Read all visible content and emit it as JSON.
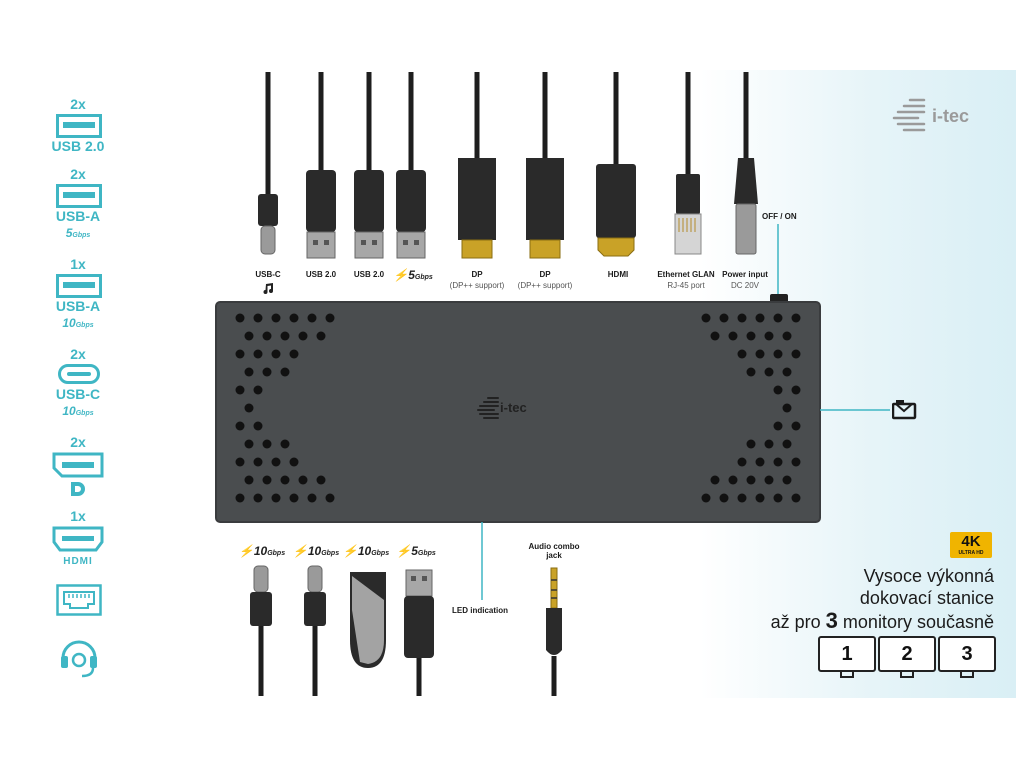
{
  "brand": "i-tec",
  "sidebar": [
    {
      "count": "2x",
      "label": "USB 2.0",
      "icon": "usb-a-port-icon"
    },
    {
      "count": "2x",
      "label": "USB-A",
      "speed": "5",
      "unit": "Gbps",
      "icon": "usb-a-port-icon"
    },
    {
      "count": "1x",
      "label": "USB-A",
      "speed": "10",
      "unit": "Gbps",
      "icon": "usb-a-port-icon"
    },
    {
      "count": "2x",
      "label": "USB-C",
      "speed": "10",
      "unit": "Gbps",
      "icon": "usb-c-port-icon"
    },
    {
      "count": "2x",
      "label": "",
      "icon": "displayport-icon"
    },
    {
      "count": "1x",
      "label": "",
      "icon": "hdmi-port-icon"
    },
    {
      "count": "",
      "label": "",
      "icon": "ethernet-port-icon"
    },
    {
      "count": "",
      "label": "",
      "icon": "headset-icon"
    }
  ],
  "hdmi_logo_text": "HDMI",
  "top_ports": [
    {
      "label": "USB-C",
      "sub": ""
    },
    {
      "label": "USB 2.0",
      "sub": ""
    },
    {
      "label": "USB 2.0",
      "sub": ""
    },
    {
      "label": "",
      "sub": "",
      "speed": "5",
      "unit": "Gbps"
    },
    {
      "label": "DP",
      "sub": "(DP++ support)"
    },
    {
      "label": "DP",
      "sub": "(DP++ support)"
    },
    {
      "label": "HDMI",
      "sub": ""
    },
    {
      "label": "Ethernet GLAN",
      "sub": "RJ-45 port"
    },
    {
      "label": "Power input",
      "sub": "DC 20V"
    }
  ],
  "off_on": "OFF / ON",
  "dock_logo": "i-tec",
  "bottom_speeds": [
    {
      "speed": "10",
      "unit": "Gbps"
    },
    {
      "speed": "10",
      "unit": "Gbps"
    },
    {
      "speed": "10",
      "unit": "Gbps"
    },
    {
      "speed": "5",
      "unit": "Gbps"
    }
  ],
  "led_label": "LED indication",
  "audio_label_1": "Audio combo",
  "audio_label_2": "jack",
  "badge_4k": "4K",
  "badge_uhd": "ULTRA HD",
  "tagline": {
    "line1": "Vysoce výkonná",
    "line2": "dokovací stanice",
    "line3_pre": "až pro",
    "line3_num": "3",
    "line3_post": "monitory současně"
  },
  "monitors": [
    "1",
    "2",
    "3"
  ],
  "colors": {
    "accent": "#3fb6c4",
    "dock": "#4a4d4f",
    "cable": "#1e1e1e"
  }
}
